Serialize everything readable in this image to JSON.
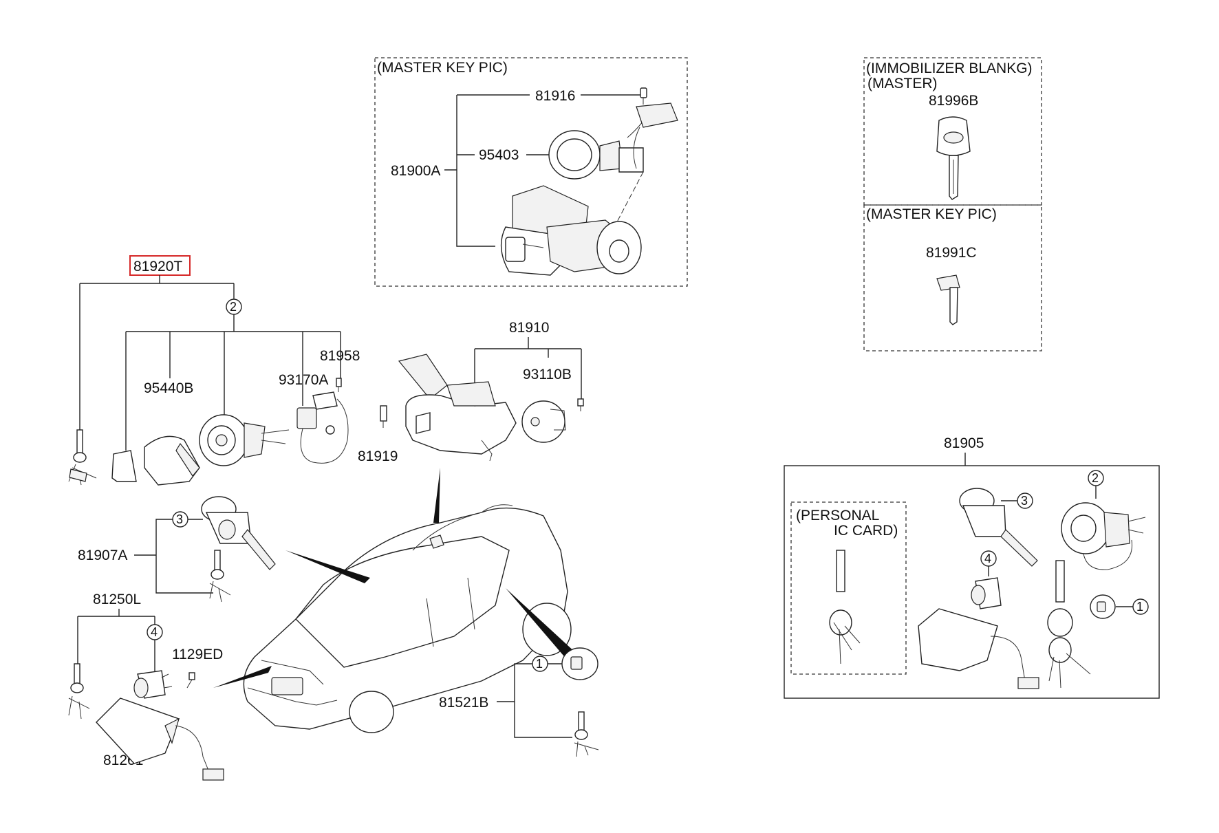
{
  "labels": {
    "master_key_pic_top": "(MASTER KEY PIC)",
    "p81916": "81916",
    "p95403": "95403",
    "p81900A": "81900A",
    "immobilizer": "(IMMOBILIZER BLANKG)",
    "master": "(MASTER)",
    "p81996B": "81996B",
    "master_key_pic_right": "(MASTER KEY PIC)",
    "p81991C": "81991C",
    "p81920T": "81920T",
    "p95440B": "95440B",
    "p93170A": "93170A",
    "p81958": "81958",
    "p81910": "81910",
    "p93110B": "93110B",
    "p81919": "81919",
    "p81905": "81905",
    "personal": "(PERSONAL",
    "ic_card": "IC CARD)",
    "p81907A": "81907A",
    "p81250L": "81250L",
    "p1129ED": "1129ED",
    "p81261": "81261",
    "p81521B": "81521B"
  },
  "callouts": {
    "c1": "1",
    "c2": "2",
    "c3": "3",
    "c4": "4"
  },
  "colors": {
    "highlight": "#d62828",
    "line": "#222222"
  }
}
